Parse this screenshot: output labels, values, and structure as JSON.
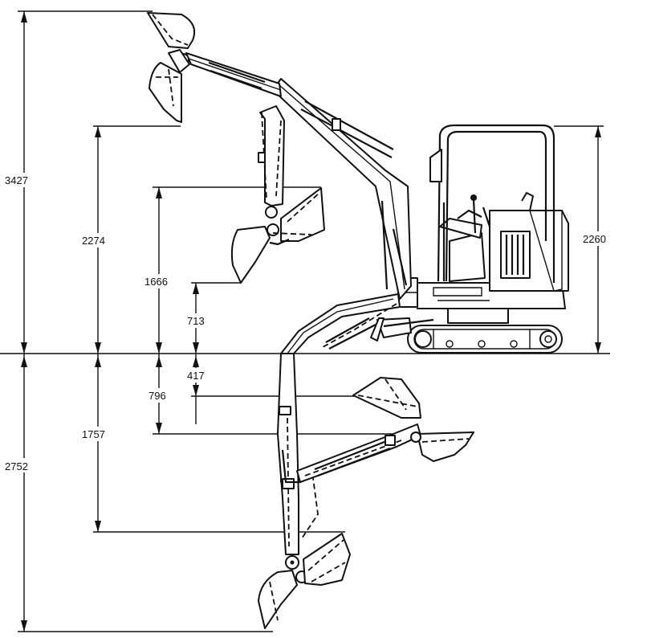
{
  "dimensions": {
    "max_height": "3427",
    "dump_height": "2274",
    "height_1666": "1666",
    "height_713": "713",
    "depth_417": "417",
    "depth_796": "796",
    "depth_1757": "1757",
    "max_depth": "2752",
    "machine_height": "2260"
  }
}
